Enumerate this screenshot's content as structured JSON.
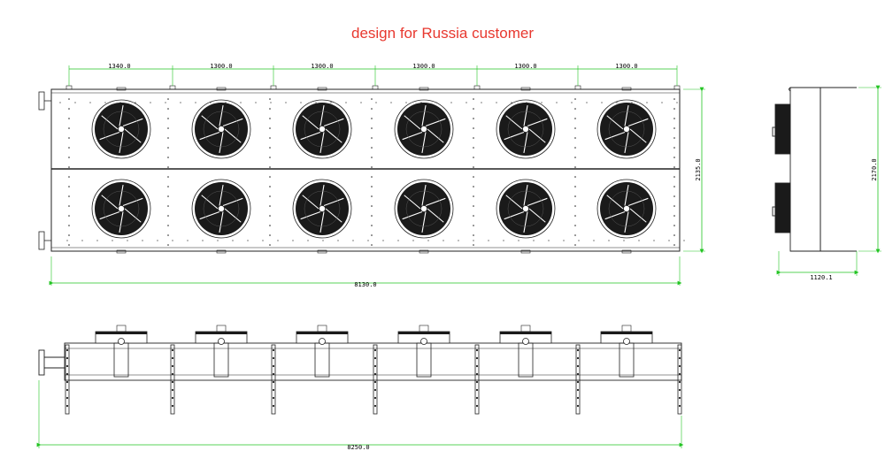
{
  "title": "design for Russia customer",
  "colors": {
    "title": "#e8382f",
    "dimension_line": "#22c422",
    "outline": "#222222",
    "fan_fill": "#1a1a1a",
    "background": "#ffffff"
  },
  "top_view": {
    "fan_spacing_dims": [
      "1340.0",
      "1300.0",
      "1300.0",
      "1300.0",
      "1300.0",
      "1300.0"
    ],
    "fan_rows": 2,
    "fans_per_row": 6,
    "length_dim": "8130.0",
    "width_dim": "2135.0"
  },
  "side_view": {
    "width_dim": "1120.1",
    "height_dim": "2170.0"
  },
  "front_view": {
    "length_dim": "8250.0",
    "fan_count": 6,
    "legs": 7
  }
}
